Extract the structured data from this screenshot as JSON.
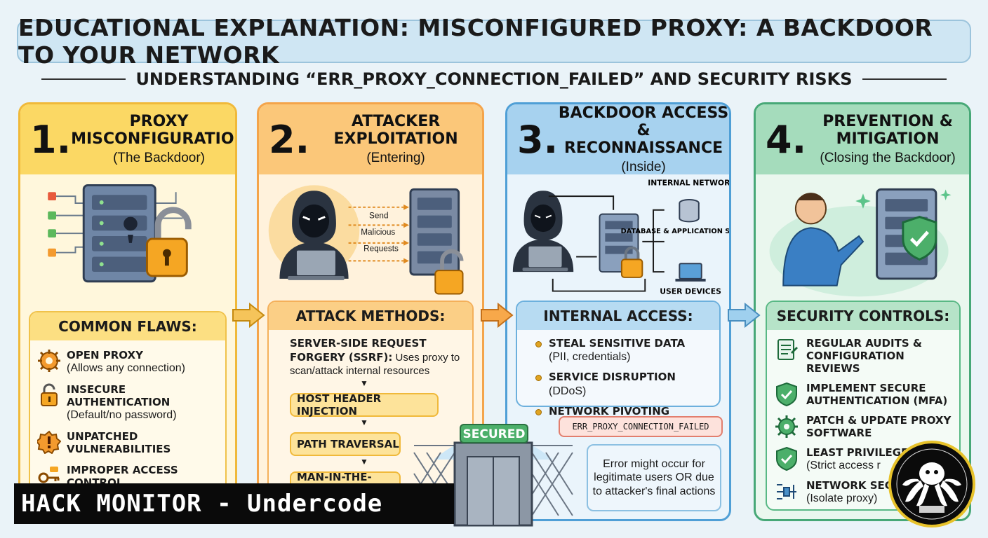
{
  "header": {
    "title": "EDUCATIONAL EXPLANATION: MISCONFIGURED PROXY: A BACKDOOR TO YOUR NETWORK",
    "subtitle": "UNDERSTANDING “ERR_PROXY_CONNECTION_FAILED” AND SECURITY RISKS"
  },
  "panels": [
    {
      "number": "1.",
      "title_lines": [
        "PROXY",
        "MISCONFIGURATION"
      ],
      "subtitle": "(The Backdoor)",
      "box_title": "COMMON FLAWS:",
      "items": [
        {
          "title": "OPEN PROXY",
          "desc": "(Allows any connection)",
          "icon": "gear-warning-icon"
        },
        {
          "title": "INSECURE AUTHENTICATION",
          "desc": "(Default/no password)",
          "icon": "open-padlock-icon"
        },
        {
          "title": "UNPATCHED VULNERABILITIES",
          "desc": "",
          "icon": "warning-badge-icon"
        },
        {
          "title": "IMPROPER ACCESS CONTROL",
          "desc": "",
          "icon": "key-icon"
        }
      ]
    },
    {
      "number": "2.",
      "title_lines": [
        "ATTACKER",
        "EXPLOITATION"
      ],
      "subtitle": "(Entering)",
      "illustration_labels": [
        "Send",
        "Malicious",
        "Requests"
      ],
      "box_title": "ATTACK METHODS:",
      "ssrf_title": "SERVER-SIDE REQUEST FORGERY (SSRF):",
      "ssrf_desc": "Uses proxy to scan/attack internal resources",
      "methods": [
        "HOST HEADER INJECTION",
        "PATH TRAVERSAL",
        "MAN-IN-THE-MIDDLE (MitM):"
      ]
    },
    {
      "number": "3.",
      "title_lines": [
        "BACKDOOR ACCESS",
        "& RECONNAISSANCE"
      ],
      "subtitle": "(Inside)",
      "illustration_labels": [
        "INTERNAL NETWORK",
        "DATABASE & APPLICATION SERVERS",
        "USER DEVICES"
      ],
      "box_title": "INTERNAL ACCESS:",
      "items": [
        {
          "title": "STEAL SENSITIVE DATA",
          "desc": "(PII, credentials)"
        },
        {
          "title": "SERVICE DISRUPTION",
          "desc": "(DDoS)"
        },
        {
          "title": "NETWORK PIVOTING",
          "desc": ""
        }
      ],
      "gate_label": "SECURED",
      "error_label": "ERR_PROXY_CONNECTION_FAILED",
      "error_note": "Error might occur for legitimate users OR due to attacker's final actions"
    },
    {
      "number": "4.",
      "title_lines": [
        "PREVENTION &",
        "MITIGATION"
      ],
      "subtitle": "(Closing the Backdoor)",
      "box_title": "SECURITY CONTROLS:",
      "items": [
        {
          "title": "REGULAR AUDITS & CONFIGURATION REVIEWS",
          "desc": "",
          "icon": "checklist-icon"
        },
        {
          "title": "IMPLEMENT SECURE AUTHENTICATION (MFA)",
          "desc": "",
          "icon": "shield-check-icon"
        },
        {
          "title": "PATCH & UPDATE PROXY SOFTWARE",
          "desc": "",
          "icon": "gear-icon"
        },
        {
          "title": "LEAST PRIVILEGE",
          "desc": "(Strict access r",
          "icon": "shield-check-icon"
        },
        {
          "title": "NETWORK SEC",
          "desc": "(Isolate proxy)",
          "icon": "network-icon"
        }
      ]
    }
  ],
  "watermark": "HACK MONITOR - Undercode",
  "colors": {
    "panel1": "#f0b93a",
    "panel2": "#f4a44a",
    "panel3": "#4f9fd6",
    "panel4": "#47a877"
  }
}
